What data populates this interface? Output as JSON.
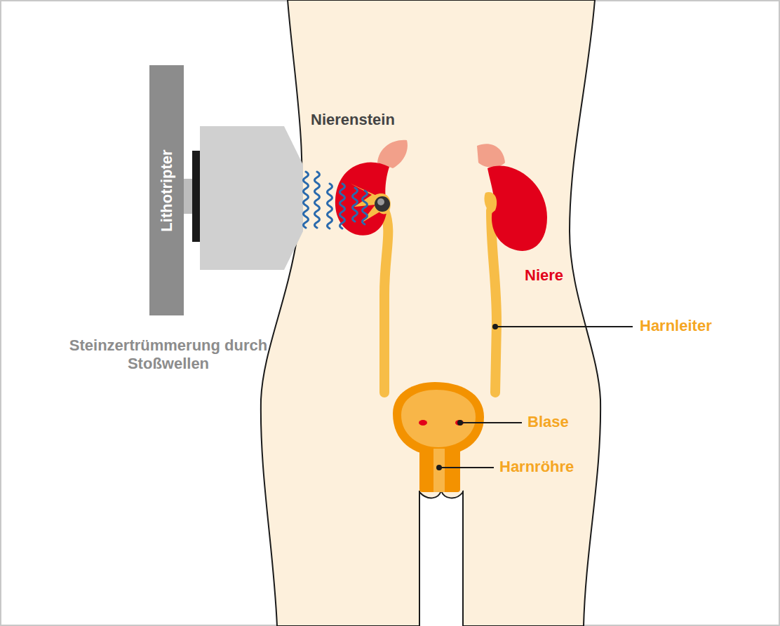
{
  "diagram": {
    "nodes": [
      {
        "text": [
          "Lithotripter"
        ]
      }
    ],
    "labels": [
      "Nierenstein",
      "Niere",
      "Harnleiter",
      "Blase",
      "Harnröhre",
      "Steinzertrümmerung durch Stoßwellen"
    ]
  }
}
